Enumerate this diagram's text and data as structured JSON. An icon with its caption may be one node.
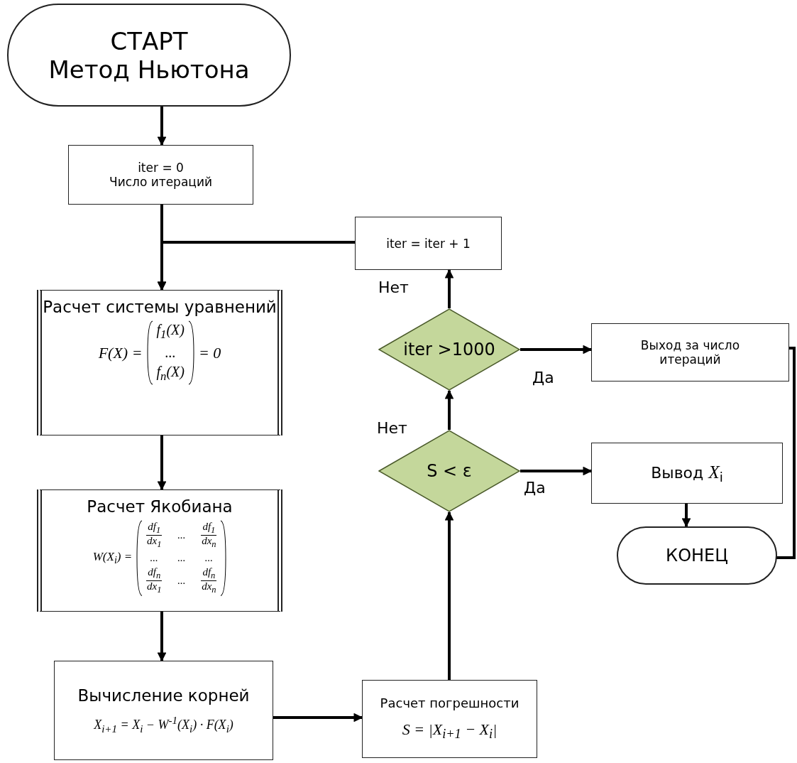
{
  "diagram": {
    "nodes": [
      {
        "text": [
          "СТАРТ",
          "Метод Ньютона"
        ]
      },
      {
        "text": [
          "iter = 0",
          "Число итераций"
        ]
      },
      {
        "text": [
          "Расчет системы уравнений",
          "F(X) =",
          "f$_{1}$(X)",
          "...",
          "f$_{n}$(X)",
          "= 0"
        ]
      },
      {
        "text": [
          "Расчет Якобиана",
          "W(X$_{i}$) =",
          "df$_{1}$ dx$_{1}$",
          "...",
          "df$_{1}$ dx$_{n}$",
          "...",
          "...",
          "...",
          "df$_{n}$ dx$_{1}$",
          "...",
          "df$_{n}$ dx$_{n}$"
        ]
      },
      {
        "text": [
          "Вычисление корней",
          "X$_{i+1}$ = X$_{i}$ − W$^{-1}$(X$_{i}$) · F(X$_{i}$)"
        ]
      },
      {
        "text": [
          "Расчет погрешности",
          "S = |X$_{i+1}$ − X$_{i}$|"
        ]
      },
      {
        "text": [
          "S < ε"
        ]
      },
      {
        "text": [
          "iter >1000"
        ]
      },
      {
        "text": [
          "iter = iter + 1"
        ]
      },
      {
        "text": [
          "Выход за число итераций"
        ]
      },
      {
        "text": [
          "Вывод *X*$_{i}$"
        ]
      },
      {
        "text": [
          "КОНЕЦ"
        ]
      }
    ],
    "edges": [
      {
        "from": 0,
        "to": 1,
        "arrow": "to"
      },
      {
        "from": 1,
        "to": 2,
        "arrow": "to"
      },
      {
        "from": 8,
        "to": 2,
        "arrow": "to"
      },
      {
        "from": 2,
        "to": 3,
        "arrow": "to"
      },
      {
        "from": 3,
        "to": 4,
        "arrow": "to"
      },
      {
        "from": 4,
        "to": 5,
        "arrow": "to"
      },
      {
        "from": 5,
        "to": 6,
        "arrow": "to"
      },
      {
        "from": 6,
        "to": 7,
        "arrow": "to",
        "label": "Нет"
      },
      {
        "from": 7,
        "to": 8,
        "arrow": "to",
        "label": "Нет"
      },
      {
        "from": 7,
        "to": 9,
        "arrow": "to",
        "label": "Да"
      },
      {
        "from": 6,
        "to": 10,
        "arrow": "to",
        "label": "Да"
      },
      {
        "from": 10,
        "to": 11,
        "arrow": "to"
      },
      {
        "from": 9,
        "to": 11,
        "arrow": "to"
      }
    ]
  }
}
